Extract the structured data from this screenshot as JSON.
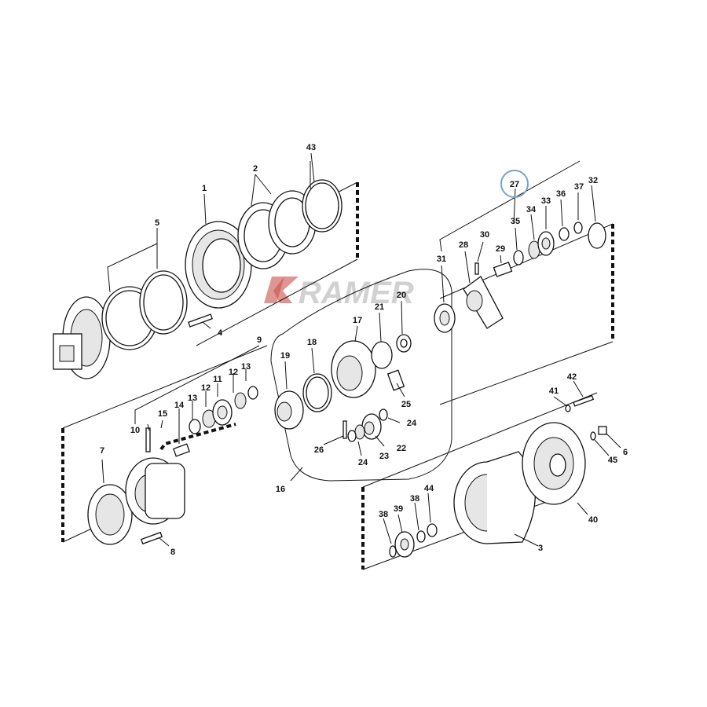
{
  "diagram": {
    "callouts": [
      "1",
      "2",
      "3",
      "4",
      "5",
      "6",
      "7",
      "8",
      "9",
      "10",
      "11",
      "12",
      "13",
      "14",
      "15",
      "16",
      "17",
      "18",
      "19",
      "20",
      "21",
      "22",
      "23",
      "24",
      "25",
      "26",
      "27",
      "28",
      "29",
      "30",
      "31",
      "32",
      "33",
      "34",
      "35",
      "36",
      "37",
      "38",
      "39",
      "40",
      "41",
      "42",
      "43",
      "44",
      "45"
    ],
    "highlighted_callout": "27",
    "highlight_color": "#7aa2c8"
  },
  "watermark": {
    "logo_text": "KRAMER"
  }
}
